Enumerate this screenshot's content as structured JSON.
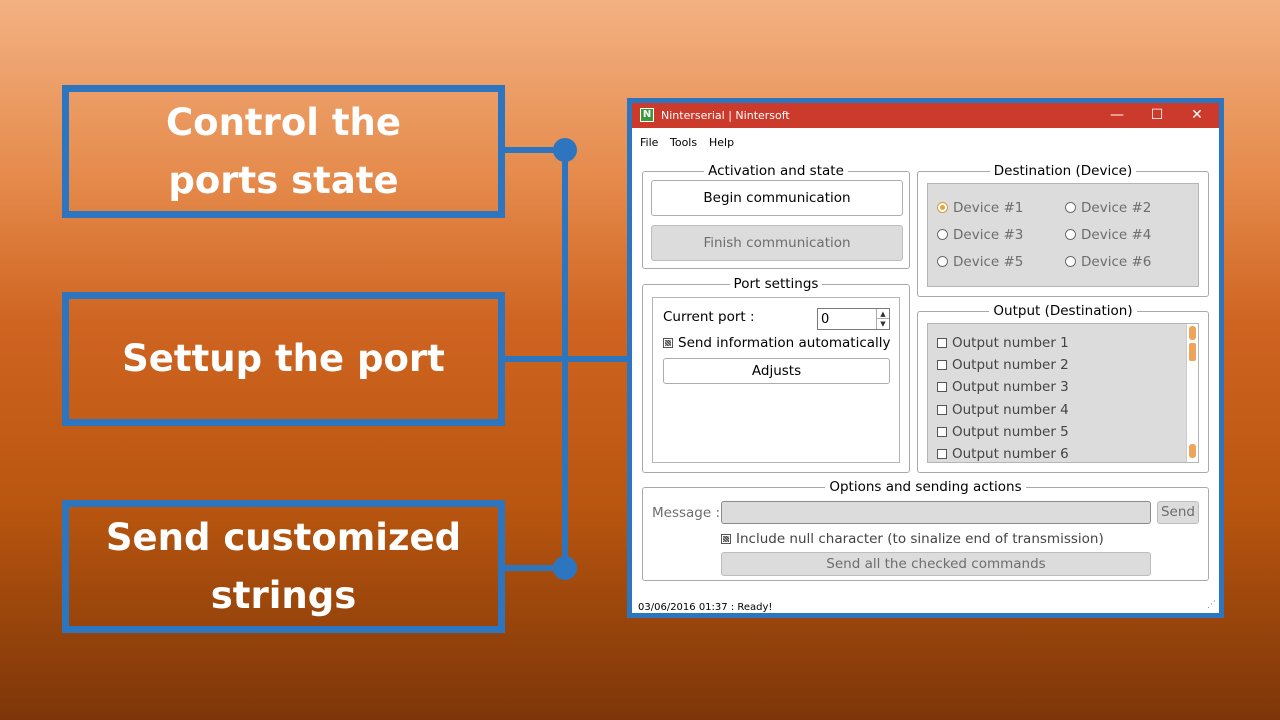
{
  "callouts": {
    "control": "Control the ports state",
    "setup": "Settup the port",
    "send": "Send customized strings"
  },
  "window": {
    "title": "Ninterserial | Nintersoft",
    "controls": {
      "minimize": "—",
      "maximize": "☐",
      "close": "✕"
    },
    "menu": [
      "File",
      "Tools",
      "Help"
    ]
  },
  "activation": {
    "legend": "Activation and state",
    "begin_label": "Begin communication",
    "finish_label": "Finish communication"
  },
  "destination": {
    "legend": "Destination (Device)",
    "devices": [
      "Device #1",
      "Device #2",
      "Device #3",
      "Device #4",
      "Device #5",
      "Device #6"
    ],
    "selected": "Device #1"
  },
  "port_settings": {
    "legend": "Port settings",
    "current_port_label": "Current port :",
    "current_port_value": "0",
    "auto_send_label": "Send information automatically",
    "adjusts_label": "Adjusts"
  },
  "output": {
    "legend": "Output (Destination)",
    "items": [
      "Output number 1",
      "Output number 2",
      "Output number 3",
      "Output number 4",
      "Output number 5",
      "Output number 6"
    ]
  },
  "options": {
    "legend": "Options and sending actions",
    "message_label": "Message :",
    "message_value": "",
    "send_label": "Send",
    "null_char_label": "Include null character (to sinalize end of transmission)",
    "send_all_label": "Send all the checked commands"
  },
  "status": "03/06/2016 01:37 : Ready!",
  "colors": {
    "accent_blue": "#2e75c0",
    "titlebar_red": "#cc3a2c",
    "radio_orange": "#e5a23c",
    "scroll_orange": "#f0a45a"
  }
}
